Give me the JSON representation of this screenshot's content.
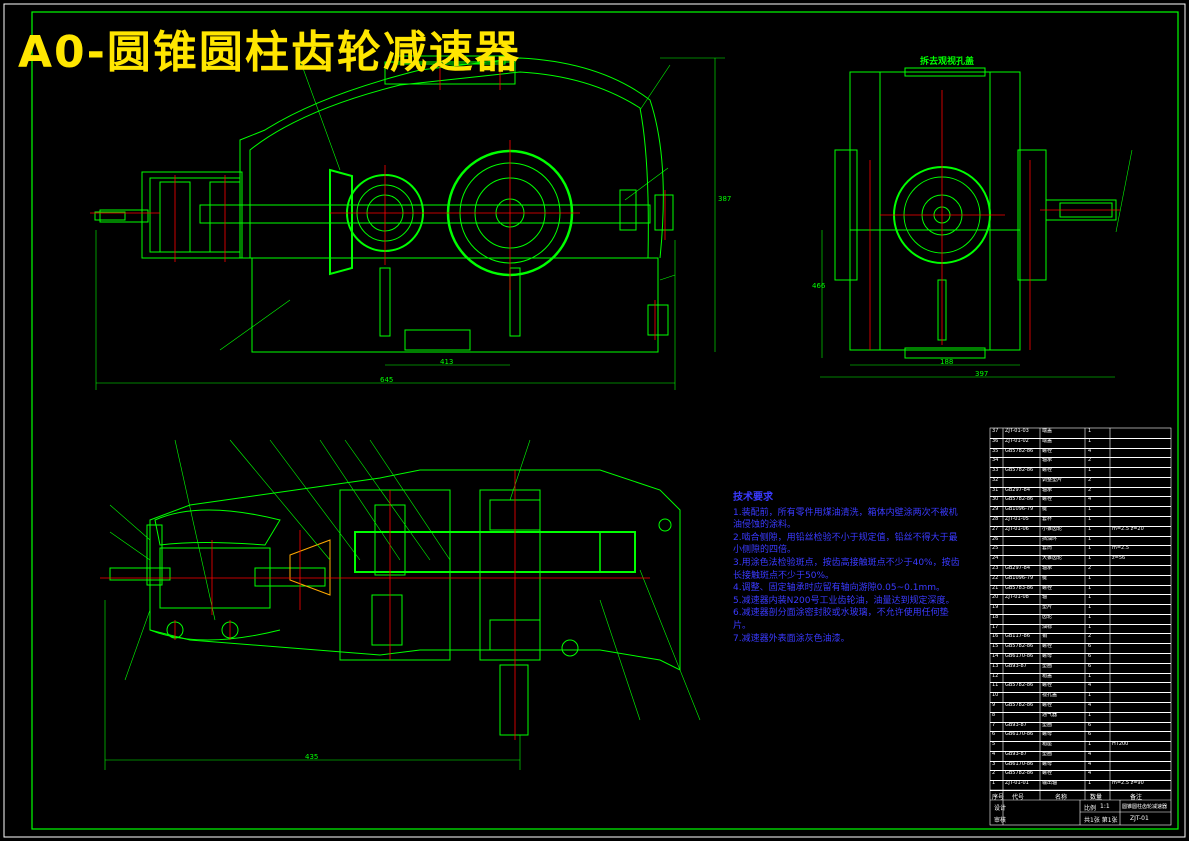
{
  "title": "A0-圆锥圆柱齿轮减速器",
  "top_view_label": "拆去观视孔盖",
  "dimensions": {
    "front_total": "645",
    "front_center": "413",
    "front_height": "387",
    "side_total": "397",
    "side_width": "188",
    "side_height": "466",
    "plan_total": "435"
  },
  "tech_requirements": {
    "heading": "技术要求",
    "lines": [
      "1.装配前，所有零件用煤油清洗，箱体内壁涂两次不被机油侵蚀的涂料。",
      "2.啮合侧隙，用铅丝检验不小于规定值，铅丝不得大于最小侧隙的四倍。",
      "3.用涂色法检验斑点，按齿高接触斑点不少于40%，按齿长接触斑点不少于50%。",
      "4.调整、固定轴承时应留有轴向游隙0.05~0.1mm。",
      "5.减速器内装N200号工业齿轮油，油量达到规定深度。",
      "6.减速器剖分面涂密封胶或水玻璃，不允许使用任何垫片。",
      "7.减速器外表面涂灰色油漆。"
    ]
  },
  "bom_rows": [
    [
      "37",
      "ZJT-01-03",
      "端盖",
      "1",
      ""
    ],
    [
      "36",
      "ZJT-01-02",
      "端盖",
      "1",
      ""
    ],
    [
      "35",
      "GB5782-86",
      "螺栓",
      "4",
      ""
    ],
    [
      "34",
      "",
      "轴承",
      "2",
      ""
    ],
    [
      "33",
      "GB5782-86",
      "螺栓",
      "1",
      ""
    ],
    [
      "32",
      "",
      "调整垫片",
      "2",
      ""
    ],
    [
      "31",
      "GB297-84",
      "轴承",
      "2",
      ""
    ],
    [
      "30",
      "GB5782-86",
      "螺栓",
      "4",
      ""
    ],
    [
      "29",
      "GB1096-79",
      "键",
      "1",
      ""
    ],
    [
      "28",
      "ZJT-01-05",
      "套杯",
      "1",
      ""
    ],
    [
      "27",
      "ZJT-01-06",
      "小锥齿轮",
      "1",
      "m=2.5 z=20"
    ],
    [
      "26",
      "",
      "挡油环",
      "1",
      ""
    ],
    [
      "25",
      "",
      "套筒",
      "1",
      "m=2.5"
    ],
    [
      "24",
      "",
      "大锥齿轮",
      "1",
      "z=56"
    ],
    [
      "23",
      "GB297-84",
      "轴承",
      "2",
      ""
    ],
    [
      "22",
      "GB1096-79",
      "键",
      "1",
      ""
    ],
    [
      "21",
      "GB5783-86",
      "螺栓",
      "1",
      ""
    ],
    [
      "20",
      "ZJT-01-08",
      "轴",
      "1",
      ""
    ],
    [
      "19",
      "",
      "垫片",
      "1",
      ""
    ],
    [
      "18",
      "",
      "齿轮",
      "1",
      ""
    ],
    [
      "17",
      "",
      "油标",
      "1",
      ""
    ],
    [
      "16",
      "GB117-86",
      "销",
      "2",
      ""
    ],
    [
      "15",
      "GB5782-86",
      "螺栓",
      "6",
      ""
    ],
    [
      "14",
      "GB6170-86",
      "螺母",
      "6",
      ""
    ],
    [
      "13",
      "GB93-87",
      "垫圈",
      "6",
      ""
    ],
    [
      "12",
      "",
      "箱盖",
      "1",
      ""
    ],
    [
      "11",
      "GB5782-86",
      "螺栓",
      "4",
      ""
    ],
    [
      "10",
      "",
      "视孔盖",
      "1",
      ""
    ],
    [
      "9",
      "GB5782-86",
      "螺栓",
      "4",
      ""
    ],
    [
      "8",
      "",
      "通气器",
      "1",
      ""
    ],
    [
      "7",
      "GB93-87",
      "垫圈",
      "6",
      ""
    ],
    [
      "6",
      "GB6170-86",
      "螺母",
      "6",
      ""
    ],
    [
      "5",
      "",
      "箱座",
      "1",
      "HT200"
    ],
    [
      "4",
      "GB93-87",
      "垫圈",
      "4",
      ""
    ],
    [
      "3",
      "GB6170-86",
      "螺母",
      "4",
      ""
    ],
    [
      "2",
      "GB5782-86",
      "螺栓",
      "4",
      ""
    ],
    [
      "1",
      "ZJT-01-01",
      "输出轴",
      "1",
      "m=2.5 z=90"
    ]
  ],
  "title_block": {
    "name": "圆锥圆柱齿轮减速器",
    "scale_label": "比例",
    "scale": "1:1",
    "drawing_no": "ZJT-01",
    "sheet": "共1张 第1张",
    "designer_label": "设计",
    "check_label": "审核",
    "header_cols": [
      "序号",
      "代号",
      "名称",
      "数量",
      "备注"
    ]
  },
  "colors": {
    "background": "#000000",
    "outline": "#00ff00",
    "centerline": "#ff0000",
    "text": "#ffffff",
    "title": "#ffe600",
    "notes": "#3a3aff"
  }
}
